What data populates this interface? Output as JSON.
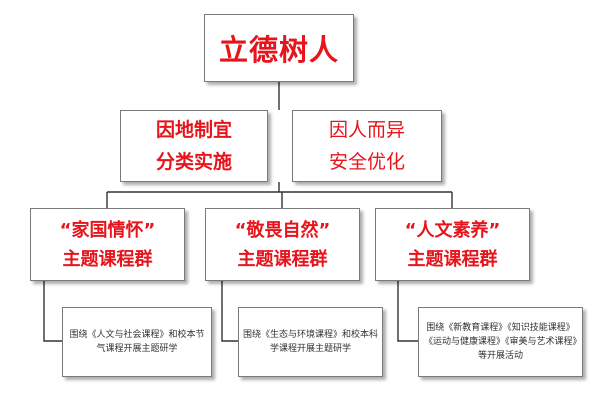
{
  "root": {
    "label": "立德树人"
  },
  "principles": {
    "left": {
      "line1": "因地制宜",
      "line2": "分类实施"
    },
    "right": {
      "line1": "因人而异",
      "line2": "安全优化"
    }
  },
  "groups": [
    {
      "title": "“家国情怀”",
      "subtitle": "主题课程群",
      "description": "围绕《人文与社会课程》和校本节气课程开展主题研学"
    },
    {
      "title": "“敬畏自然”",
      "subtitle": "主题课程群",
      "description": "围绕《生态与环境课程》和校本科学课程开展主题研学"
    },
    {
      "title": "“人文素养”",
      "subtitle": "主题课程群",
      "description": "围绕《新教育课程》《知识技能课程》《运动与健康课程》《审美与艺术课程》等开展活动"
    }
  ],
  "colors": {
    "emphasis_text": "#e8141b",
    "normal_text": "#e8141b",
    "box_border": "#7a7a7a",
    "connector": "#333333"
  }
}
